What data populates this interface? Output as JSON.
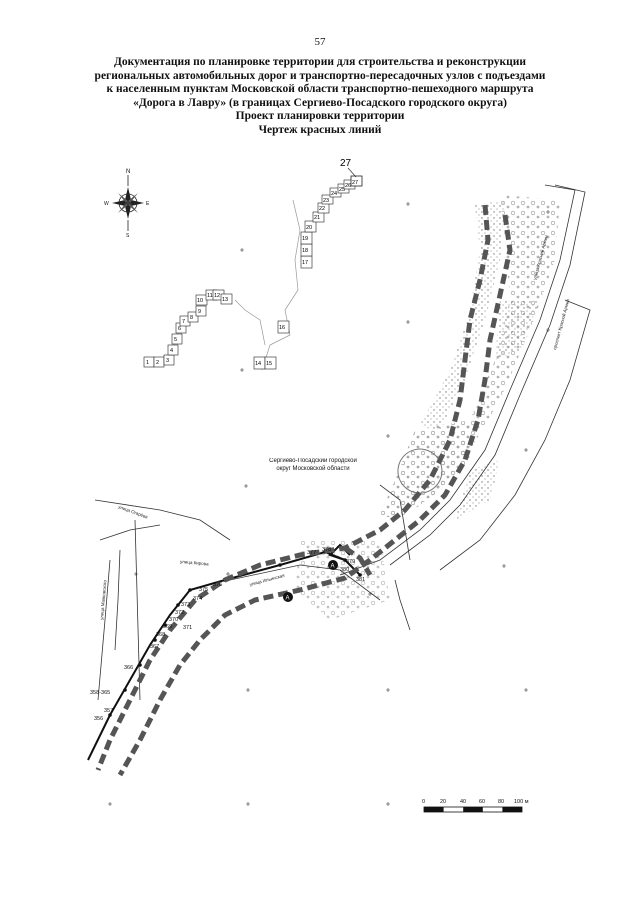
{
  "page": {
    "number": "57"
  },
  "title": {
    "lines": [
      "Документация по планировке территории для строительства и реконструкции",
      "региональных автомобильных дорог и транспортно-пересадочных узлов с подъездами",
      "к населенным пунктам Московской области транспортно-пешеходного маршрута",
      "«Дорога в Лавру» (в границах Сергиево-Посадского городского округа)",
      "Проект планировки территории",
      "Чертеж красных линий"
    ]
  },
  "compass": {
    "north": "N",
    "south": "S",
    "west": "W",
    "east": "E"
  },
  "key_map": {
    "selected_sheet": "27",
    "sheets": [
      "1",
      "2",
      "3",
      "4",
      "5",
      "6",
      "7",
      "8",
      "9",
      "10",
      "11",
      "12",
      "13",
      "14",
      "15",
      "16",
      "17",
      "18",
      "19",
      "20",
      "21",
      "22",
      "23",
      "24",
      "25",
      "26",
      "27"
    ]
  },
  "map_labels": {
    "district": "Сергиево-Посадский городской округ Московской области",
    "street_1": "улица Огарёва",
    "street_2": "улица Ильинская",
    "street_3": "улица Кирова",
    "street_4": "улица Маяковского",
    "street_5": "улица Красной Армии",
    "street_6": "проспект Красной Армии",
    "point_labels": [
      "356",
      "357",
      "358-365",
      "366",
      "367",
      "368",
      "369",
      "370",
      "371",
      "372",
      "373",
      "374",
      "375",
      "376",
      "377",
      "378",
      "379",
      "380",
      "381"
    ]
  },
  "scale_bar": {
    "ticks": [
      "0",
      "20",
      "40",
      "60",
      "80",
      "100 м"
    ]
  },
  "colors": {
    "ink": "#111111",
    "red_line_dash": "#555555",
    "vegetation": "#8a8a8a"
  }
}
